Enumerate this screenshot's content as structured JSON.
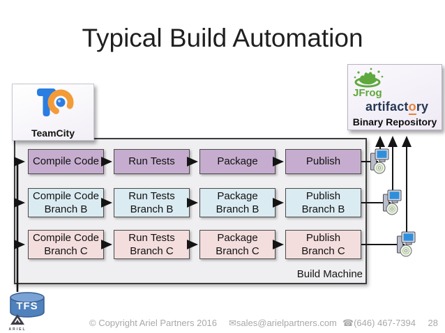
{
  "slide": {
    "title": "Typical Build Automation"
  },
  "teamcity": {
    "label": "TeamCity"
  },
  "binary_repo": {
    "jfrog": "JFrog",
    "artifactory_pre": "artifact",
    "artifactory_o": "o",
    "artifactory_post": "ry",
    "label": "Binary Repository"
  },
  "build_machine": {
    "label": "Build Machine",
    "rows": [
      {
        "name": "main-branch",
        "steps": [
          {
            "l1": "Compile Code",
            "l2": ""
          },
          {
            "l1": "Run Tests",
            "l2": ""
          },
          {
            "l1": "Package",
            "l2": ""
          },
          {
            "l1": "Publish",
            "l2": ""
          }
        ]
      },
      {
        "name": "branch-b",
        "steps": [
          {
            "l1": "Compile Code",
            "l2": "Branch B"
          },
          {
            "l1": "Run Tests",
            "l2": "Branch B"
          },
          {
            "l1": "Package",
            "l2": "Branch B"
          },
          {
            "l1": "Publish",
            "l2": "Branch B"
          }
        ]
      },
      {
        "name": "branch-c",
        "steps": [
          {
            "l1": "Compile Code",
            "l2": "Branch C"
          },
          {
            "l1": "Run Tests",
            "l2": "Branch C"
          },
          {
            "l1": "Package",
            "l2": "Branch C"
          },
          {
            "l1": "Publish",
            "l2": "Branch C"
          }
        ]
      }
    ]
  },
  "tfs": {
    "label": "TFS"
  },
  "footer": {
    "copyright": "© Copyright Ariel Partners 2016",
    "email_icon": "✉",
    "email": "sales@arielpartners.com",
    "phone_icon": "☎",
    "phone": "(646) 467-7394",
    "page": "28"
  },
  "ariel_logo": {
    "text": "ARIEL"
  },
  "colors": {
    "step_main": "#c6adcf",
    "step_branch_b": "#daebf1",
    "step_branch_c": "#f3dedd",
    "machine_bg": "#efeef0",
    "tfs_blue": "#4f81bd",
    "jfrog_green": "#5fa83d",
    "artifactory_navy": "#263854",
    "artifactory_orange": "#e8833a",
    "teamcity_blue": "#2a7de1",
    "teamcity_orange": "#f29b38",
    "arrow": "#141414",
    "footer_text": "#a8a8a8"
  }
}
